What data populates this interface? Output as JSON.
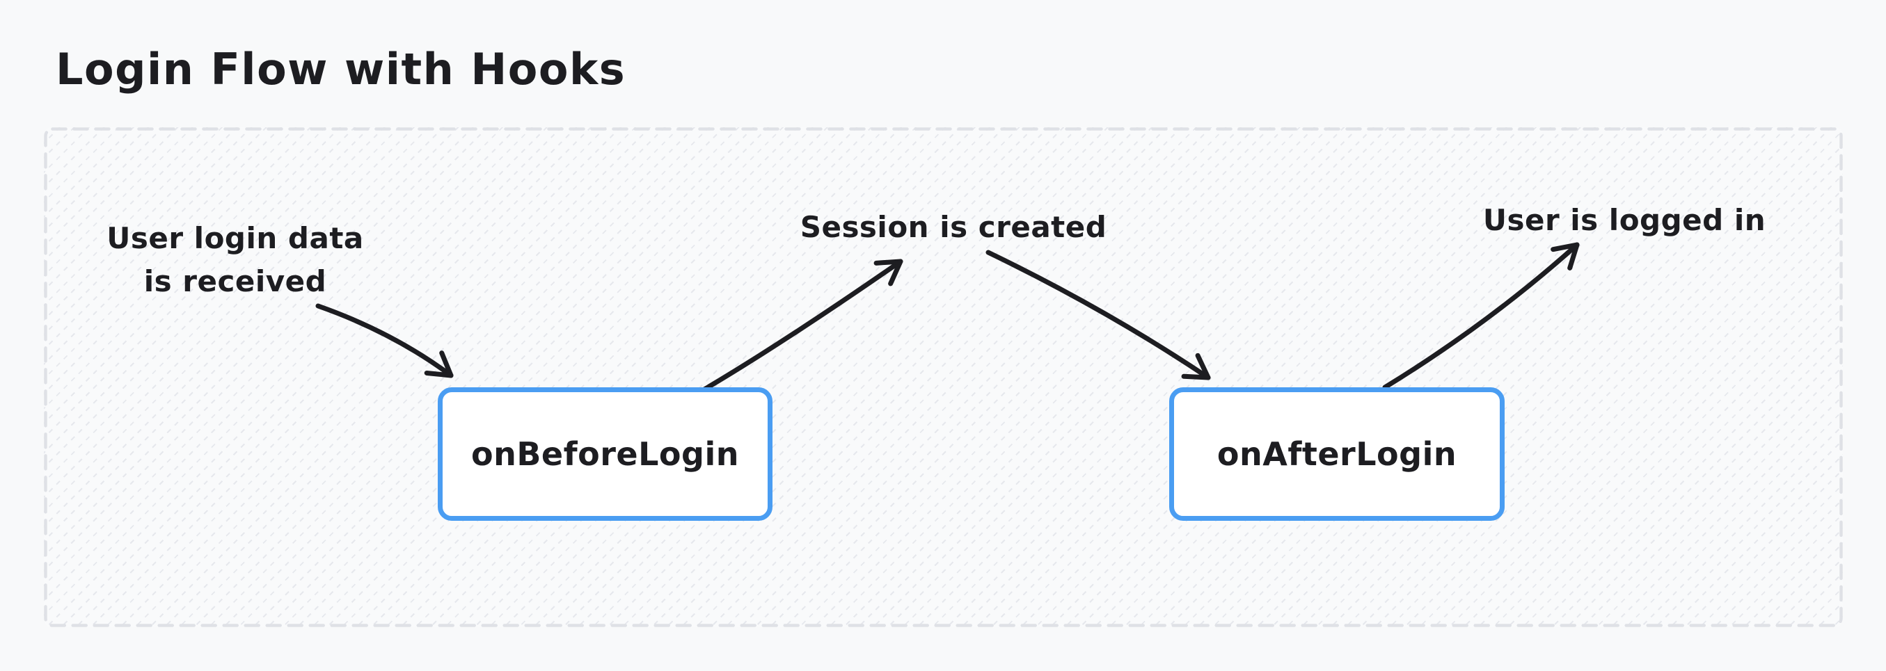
{
  "title": "Login Flow with Hooks",
  "colors": {
    "canvas_background": "#f8f9fa",
    "frame_dash": "#dfe1e6",
    "hatch_line": "#e6e8ed",
    "node_border_blue": "#4a9df2",
    "node_fill": "#ffffff",
    "ink": "#1d1d21"
  },
  "diagram": {
    "annotations": [
      {
        "id": "user-login-data",
        "text": "User login data is received"
      },
      {
        "id": "session-created",
        "text": "Session is created"
      },
      {
        "id": "user-logged-in",
        "text": "User is logged in"
      }
    ],
    "nodes": [
      {
        "id": "onBeforeLogin",
        "label": "onBeforeLogin"
      },
      {
        "id": "onAfterLogin",
        "label": "onAfterLogin"
      }
    ],
    "edges": [
      {
        "from": "user-login-data",
        "to": "onBeforeLogin"
      },
      {
        "from": "onBeforeLogin",
        "to": "session-created"
      },
      {
        "from": "session-created",
        "to": "onAfterLogin"
      },
      {
        "from": "onAfterLogin",
        "to": "user-logged-in"
      }
    ]
  }
}
